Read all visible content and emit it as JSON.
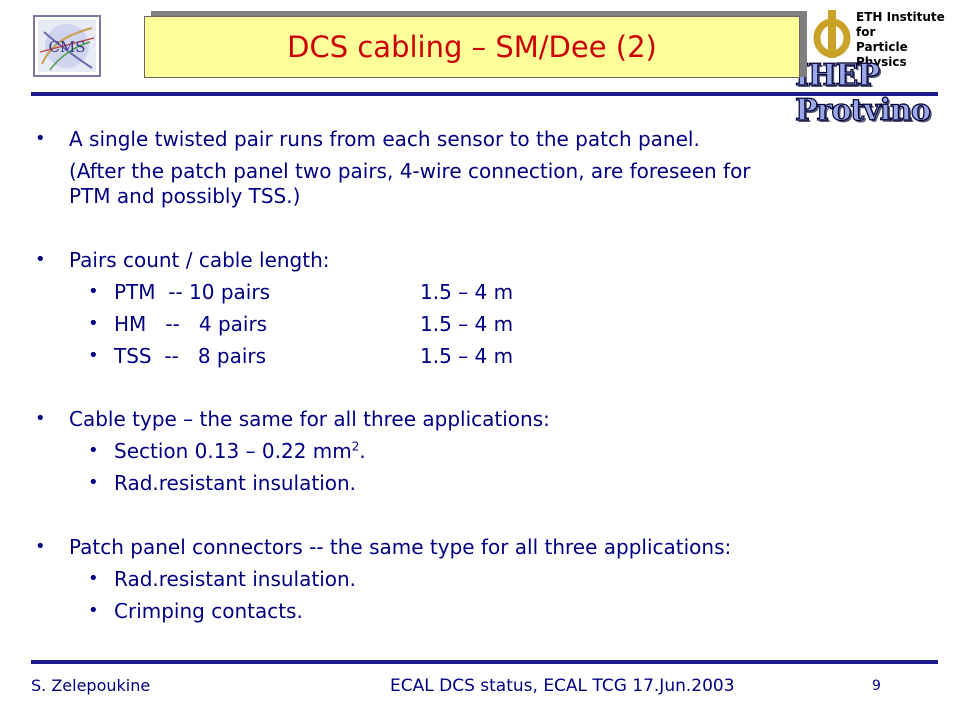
{
  "slide": {
    "title": "DCS cabling – SM/Dee (2)",
    "accent_color": "#cc0000",
    "text_color": "#000080",
    "title_bg": "#ffff99"
  },
  "logos": {
    "cms": {
      "name": "CMS"
    },
    "eth": {
      "line1": "ETH Institute for",
      "line2": "Particle Physics"
    },
    "ihep": {
      "text": "IHEP Protvino"
    }
  },
  "body": {
    "p1": {
      "line": "A single twisted pair runs from each sensor to the patch panel."
    },
    "p1_note": {
      "line1": "(After the patch panel two pairs, 4-wire connection, are foreseen for",
      "line2": "PTM and possibly TSS.)"
    },
    "p2": {
      "heading": "Pairs count / cable length:",
      "rows": [
        {
          "label": "PTM  -- 10 pairs",
          "length": "1.5 – 4 m"
        },
        {
          "label": "HM   --   4 pairs",
          "length": "1.5 – 4 m"
        },
        {
          "label": "TSS  --   8 pairs",
          "length": "1.5 – 4 m"
        }
      ]
    },
    "p3": {
      "heading": "Cable type – the same for all three applications:",
      "section_prefix": "Section 0.13 – 0.22 mm",
      "section_sup": "2",
      "section_suffix": ".",
      "insulation": "Rad.resistant insulation."
    },
    "p4": {
      "heading": "Patch panel connectors -- the same type for all three applications:",
      "items": [
        "Rad.resistant insulation.",
        "Crimping contacts."
      ]
    }
  },
  "footer": {
    "author": "S. Zelepoukine",
    "event": "ECAL DCS status,  ECAL TCG 17.Jun.2003",
    "page_number": "9"
  }
}
